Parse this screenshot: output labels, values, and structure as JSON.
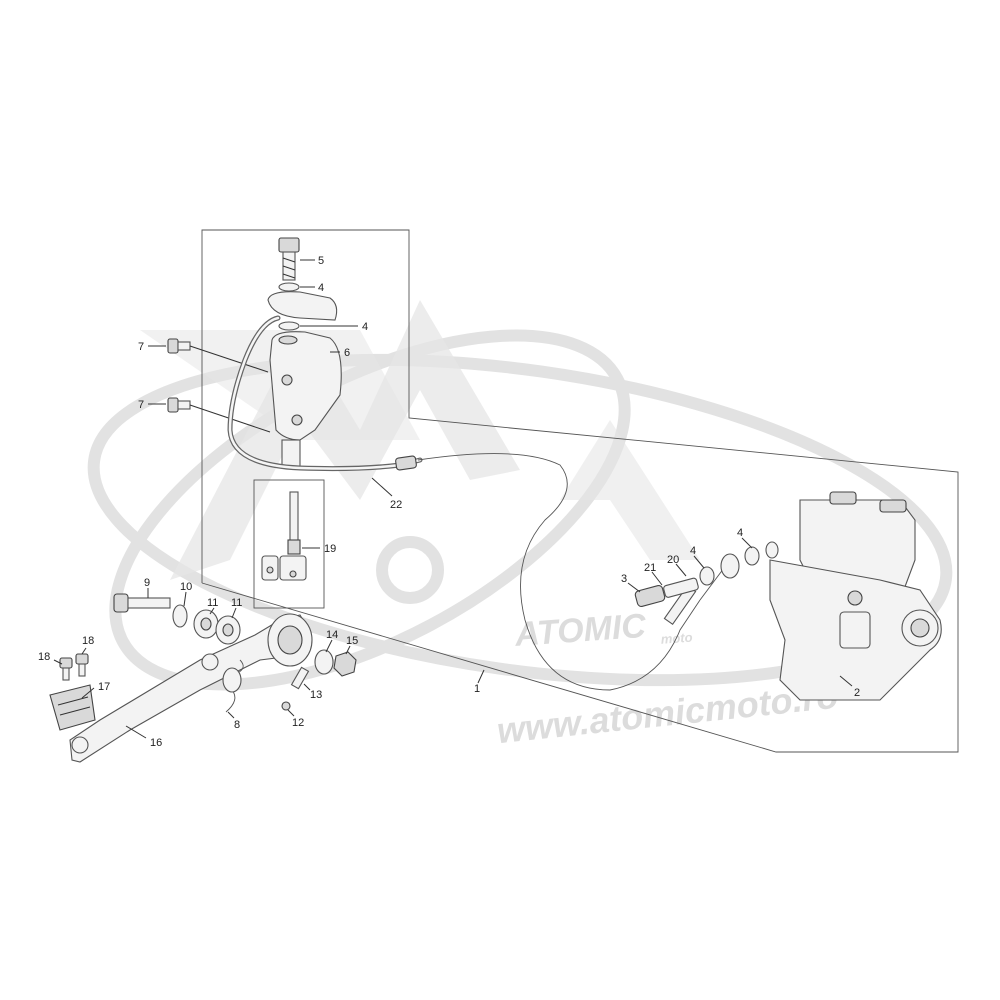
{
  "watermark": {
    "brand": "ATOMIC",
    "brand_sub": "moto",
    "url": "www.atomicmoto.ro"
  },
  "callouts": {
    "c1": "1",
    "c2": "2",
    "c3": "3",
    "c4a": "4",
    "c4b": "4",
    "c4c": "4",
    "c4d": "4",
    "c5": "5",
    "c6": "6",
    "c7a": "7",
    "c7b": "7",
    "c8": "8",
    "c9": "9",
    "c10": "10",
    "c11a": "11",
    "c11b": "11",
    "c12": "12",
    "c13": "13",
    "c14": "14",
    "c15": "15",
    "c16": "16",
    "c17": "17",
    "c18a": "18",
    "c18b": "18",
    "c19": "19",
    "c20": "20",
    "c21": "21",
    "c22": "22"
  }
}
